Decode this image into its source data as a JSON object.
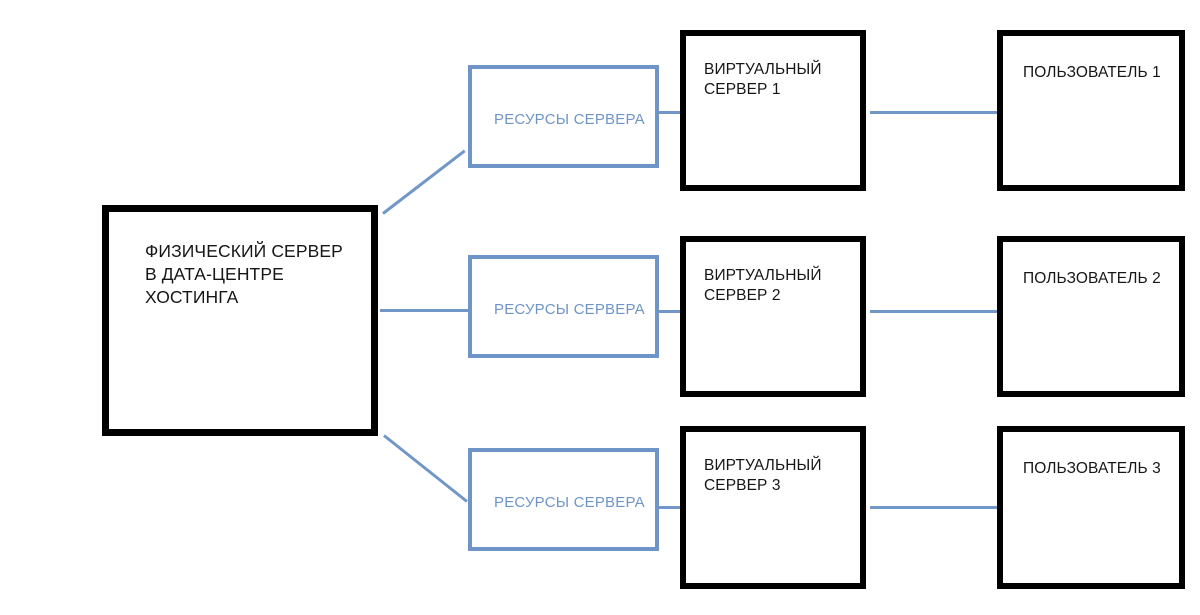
{
  "diagram": {
    "title_text": "",
    "palette": {
      "box_black": "#000000",
      "box_blue": "#6F95C8",
      "connector_blue": "#7196C8",
      "text_black": "#161616",
      "text_blue": "#6F95C8",
      "background": "#FFFFFF"
    },
    "physical_server": {
      "label": "ФИЗИЧЕСКИЙ СЕРВЕР В ДАТА-ЦЕНТРЕ ХОСТИНГА"
    },
    "rows": [
      {
        "resource_label": "РЕСУРСЫ СЕРВЕРА",
        "virtual_server_label": "ВИРТУАЛЬНЫЙ СЕРВЕР 1",
        "user_label": "ПОЛЬЗОВАТЕЛЬ 1"
      },
      {
        "resource_label": "РЕСУРСЫ СЕРВЕРА",
        "virtual_server_label": "ВИРТУАЛЬНЫЙ СЕРВЕР 2",
        "user_label": "ПОЛЬЗОВАТЕЛЬ 2"
      },
      {
        "resource_label": "РЕСУРСЫ СЕРВЕРА",
        "virtual_server_label": "ВИРТУАЛЬНЫЙ СЕРВЕР 3",
        "user_label": "ПОЛЬЗОВАТЕЛЬ 3"
      }
    ],
    "connectors": [
      {
        "name": "physical-to-resources-1",
        "style": "diagonal-up"
      },
      {
        "name": "physical-to-resources-2",
        "style": "horizontal"
      },
      {
        "name": "physical-to-resources-3",
        "style": "diagonal-down"
      },
      {
        "name": "resources-1-to-virtual-server-1",
        "style": "horizontal"
      },
      {
        "name": "resources-2-to-virtual-server-2",
        "style": "horizontal"
      },
      {
        "name": "resources-3-to-virtual-server-3",
        "style": "horizontal"
      },
      {
        "name": "virtual-server-1-to-user-1",
        "style": "horizontal"
      },
      {
        "name": "virtual-server-2-to-user-2",
        "style": "horizontal"
      },
      {
        "name": "virtual-server-3-to-user-3",
        "style": "horizontal"
      }
    ]
  }
}
